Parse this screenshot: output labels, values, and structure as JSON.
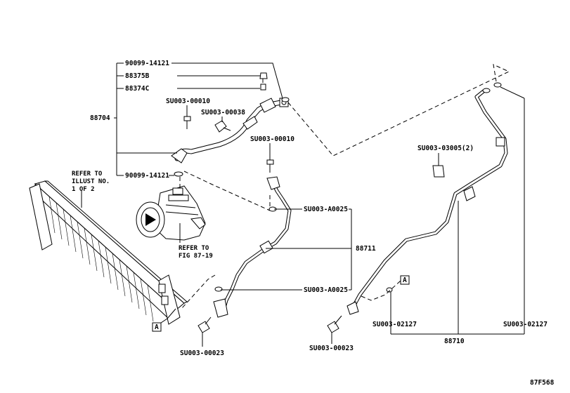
{
  "callouts": {
    "p90099_14121_top": "90099-14121",
    "p88375B": "88375B",
    "p88374C": "88374C",
    "p88704": "88704",
    "su0003_00010_a": "SU003-00010",
    "su0003_00038": "SU003-00038",
    "su0003_00010_b": "SU003-00010",
    "p90099_14121_bottom": "90099-14121",
    "su0003_03005": "SU003-03005(2)",
    "su0003_A0025_top": "SU003-A0025",
    "p88711": "88711",
    "su0003_A0025_bottom": "SU003-A0025",
    "su0003_00023_left": "SU003-00023",
    "su0003_00023_mid": "SU003-00023",
    "su0003_02127_mid": "SU003-02127",
    "su0003_02127_right": "SU003-02127",
    "p88710": "88710"
  },
  "notes": {
    "refer_illust": [
      "REFER TO",
      "ILLUST NO.",
      "1 OF 2"
    ],
    "refer_fig": [
      "REFER TO",
      "FIG 87-19"
    ]
  },
  "markers": {
    "a_left": "A",
    "a_right": "A"
  },
  "figure_id": "87F568"
}
